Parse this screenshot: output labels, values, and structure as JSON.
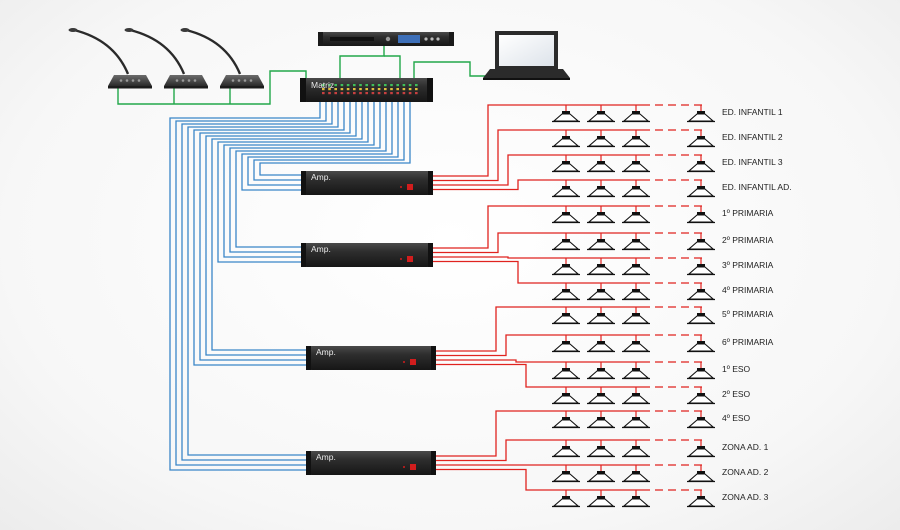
{
  "devices": {
    "matrix_label": "Matriz",
    "amp_label": "Amp."
  },
  "zones": [
    {
      "label": "ED. INFANTIL 1"
    },
    {
      "label": "ED. INFANTIL 2"
    },
    {
      "label": "ED. INFANTIL 3"
    },
    {
      "label": "ED. INFANTIL AD."
    },
    {
      "label": "1º PRIMARIA"
    },
    {
      "label": "2º PRIMARIA"
    },
    {
      "label": "3º PRIMARIA"
    },
    {
      "label": "4º PRIMARIA"
    },
    {
      "label": "5º PRIMARIA"
    },
    {
      "label": "6º PRIMARIA"
    },
    {
      "label": "1º ESO"
    },
    {
      "label": "2º ESO"
    },
    {
      "label": "4º ESO"
    },
    {
      "label": "ZONA AD. 1"
    },
    {
      "label": "ZONA AD. 2"
    },
    {
      "label": "ZONA AD. 3"
    }
  ],
  "colors": {
    "network": "#22a84a",
    "audio_input": "#3a86c8",
    "speaker_line": "#e0231f",
    "device_body": "#2b2b2b"
  },
  "icons": [
    "gooseneck-microphone-icon",
    "rack-processor-icon",
    "laptop-icon",
    "matrix-icon",
    "amplifier-icon",
    "ceiling-speaker-icon"
  ]
}
